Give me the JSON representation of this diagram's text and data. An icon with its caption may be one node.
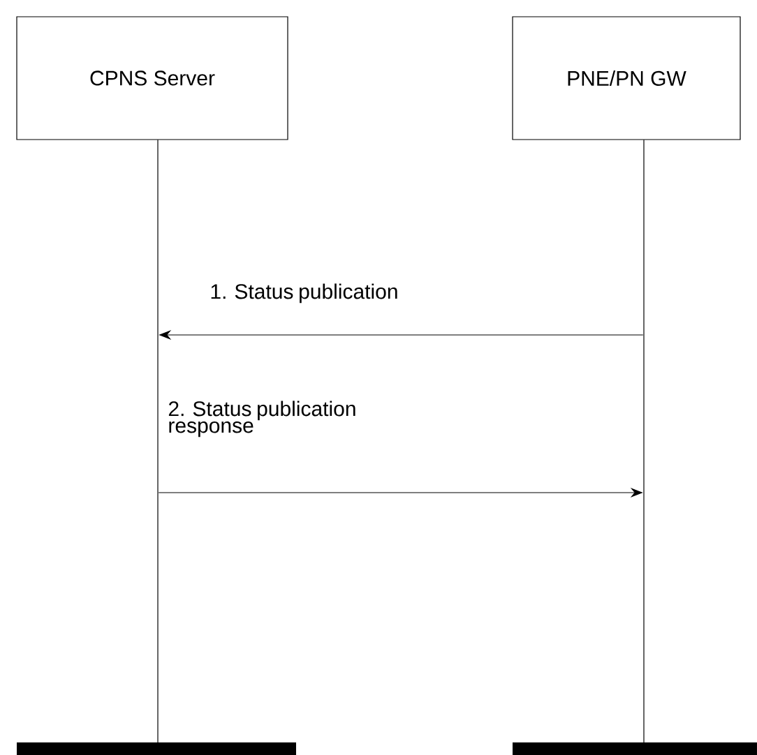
{
  "diagram": {
    "nodes": [
      {
        "text": [
          "CPNS Server"
        ]
      },
      {
        "text": [
          "PNE/PN GW"
        ]
      },
      {
        "text": [],
        "shape": "line"
      },
      {
        "text": [],
        "shape": "line"
      },
      {
        "text": [],
        "shape": "bar"
      },
      {
        "text": [],
        "shape": "bar"
      }
    ],
    "edges": [
      {
        "from": 3,
        "to": 2,
        "arrow": "to",
        "label": "1. Status publication"
      },
      {
        "from": 2,
        "to": 3,
        "arrow": "to",
        "label": "2. Status publication response"
      }
    ]
  }
}
